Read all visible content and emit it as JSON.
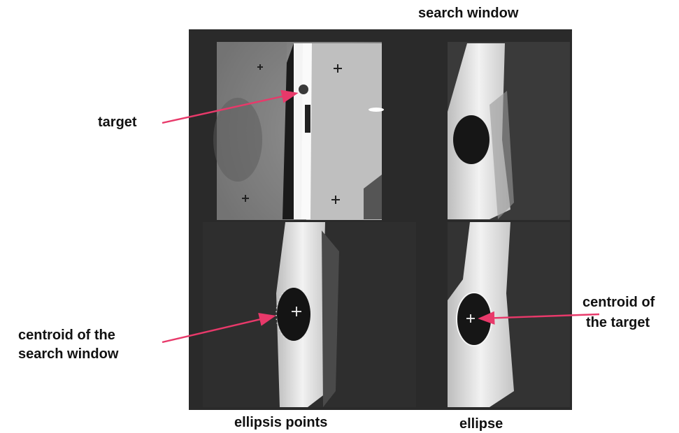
{
  "labels": {
    "search_window": "search window",
    "target": "target",
    "centroid_search_line1": "centroid of the",
    "centroid_search_line2": "search window",
    "centroid_target_line1": "centroid of",
    "centroid_target_line2": "the target",
    "ellipsis_points": "ellipsis points",
    "ellipse": "ellipse"
  },
  "colors": {
    "arrow": "#e8396a",
    "frame": "#2a2a2a"
  }
}
